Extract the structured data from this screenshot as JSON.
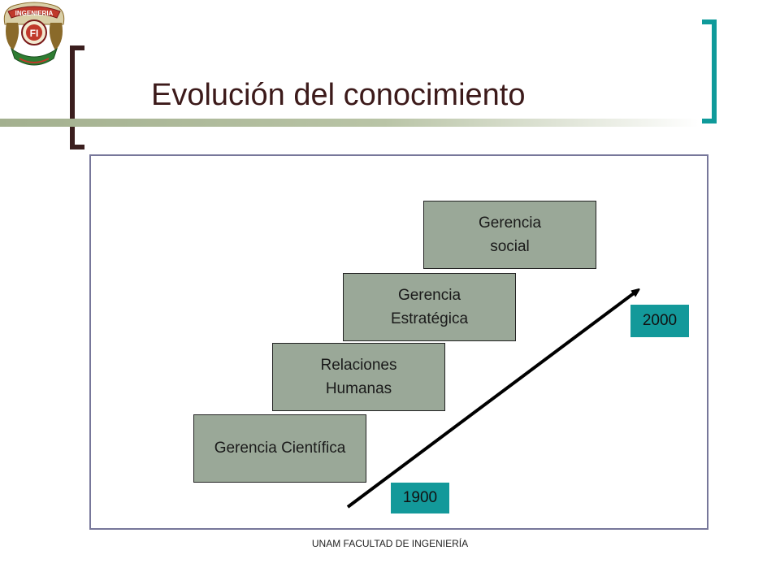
{
  "slide": {
    "title": "Evolución del conocimiento",
    "footer": "UNAM FACULTAD DE INGENIERÍA",
    "logo": {
      "banner_text": "INGENIERIA",
      "center_text": "FI"
    }
  },
  "stages": [
    {
      "line1": "Gerencia Científica",
      "line2": ""
    },
    {
      "line1": "Relaciones",
      "line2": "Humanas"
    },
    {
      "line1": "Gerencia",
      "line2": "Estratégica"
    },
    {
      "line1": "Gerencia",
      "line2": "social"
    }
  ],
  "years": {
    "start": "1900",
    "end": "2000"
  },
  "colors": {
    "stage_fill": "#9aa898",
    "year_fill": "#13999a",
    "title_color": "#3c1a1a",
    "left_bracket": "#3b1e1e",
    "right_bracket": "#0f9a9a",
    "frame_border": "#77779a"
  }
}
